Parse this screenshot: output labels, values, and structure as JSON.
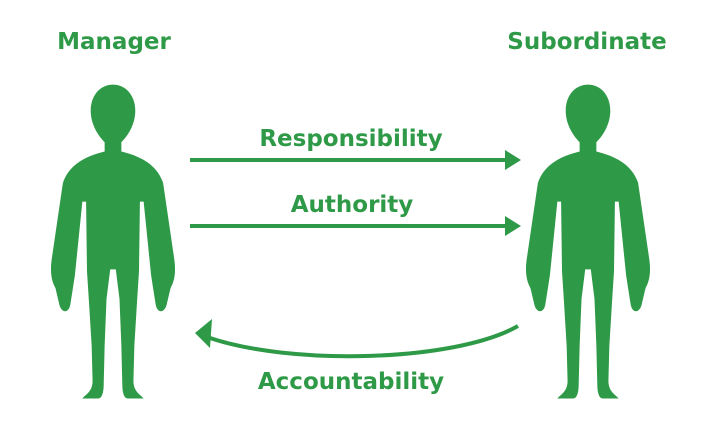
{
  "diagram": {
    "left_role": "Manager",
    "right_role": "Subordinate",
    "top_flow": "Responsibility",
    "middle_flow": "Authority",
    "bottom_flow": "Accountability",
    "color": "#2e9a47"
  }
}
